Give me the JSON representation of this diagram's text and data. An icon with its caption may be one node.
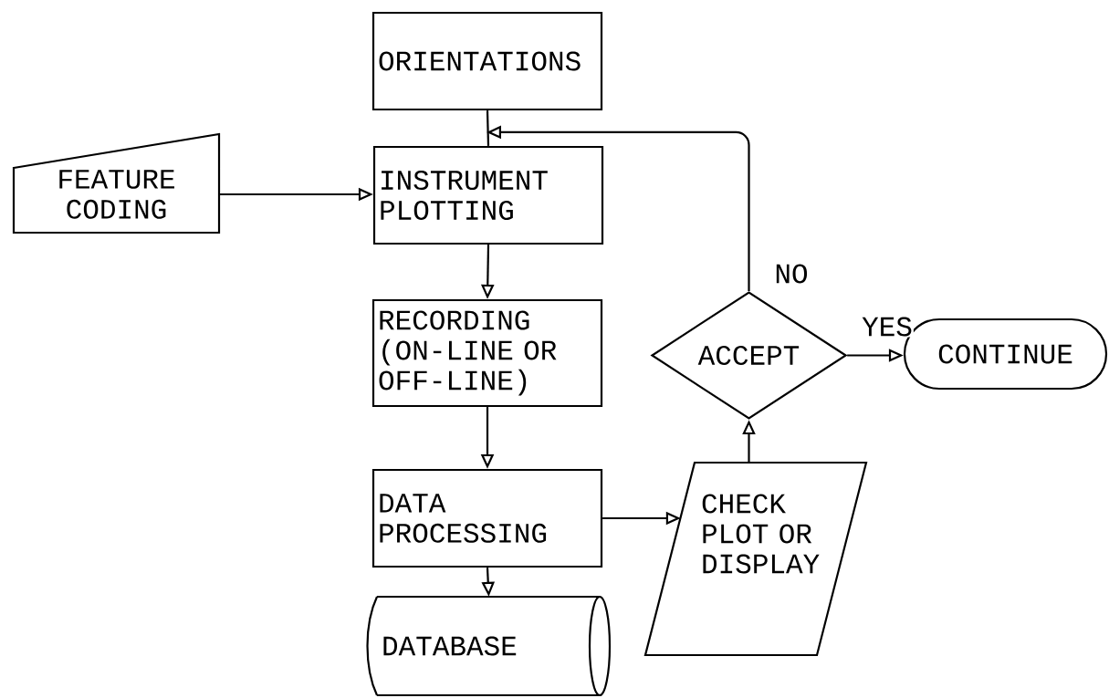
{
  "diagram": {
    "nodes": [
      {
        "text": [
          "ORIENTATIONS"
        ]
      },
      {
        "text": [
          "FEATURE CODING"
        ]
      },
      {
        "text": [
          "INSTRUMENT PLOTTING"
        ]
      },
      {
        "text": [
          "RECORDING (ON-LINE OR OFF-LINE)"
        ]
      },
      {
        "text": [
          "DATA PROCESSING"
        ]
      },
      {
        "text": [
          "DATABASE"
        ]
      },
      {
        "text": [
          "CHECK PLOT OR DISPLAY"
        ]
      },
      {
        "text": [
          "ACCEPT"
        ]
      },
      {
        "text": [
          "CONTINUE"
        ]
      }
    ],
    "edges": [
      {
        "from": 0,
        "to": 2,
        "arrow": "none"
      },
      {
        "from": 1,
        "to": 2,
        "arrow": "to"
      },
      {
        "from": 2,
        "to": 3,
        "arrow": "to"
      },
      {
        "from": 3,
        "to": 4,
        "arrow": "to"
      },
      {
        "from": 4,
        "to": 5,
        "arrow": "to"
      },
      {
        "from": 4,
        "to": 6,
        "arrow": "to"
      },
      {
        "from": 6,
        "to": 7,
        "arrow": "to"
      },
      {
        "from": 7,
        "to": 8,
        "arrow": "to",
        "label": "YES"
      },
      {
        "from": 7,
        "to": 2,
        "arrow": "to",
        "label": "NO"
      }
    ]
  }
}
